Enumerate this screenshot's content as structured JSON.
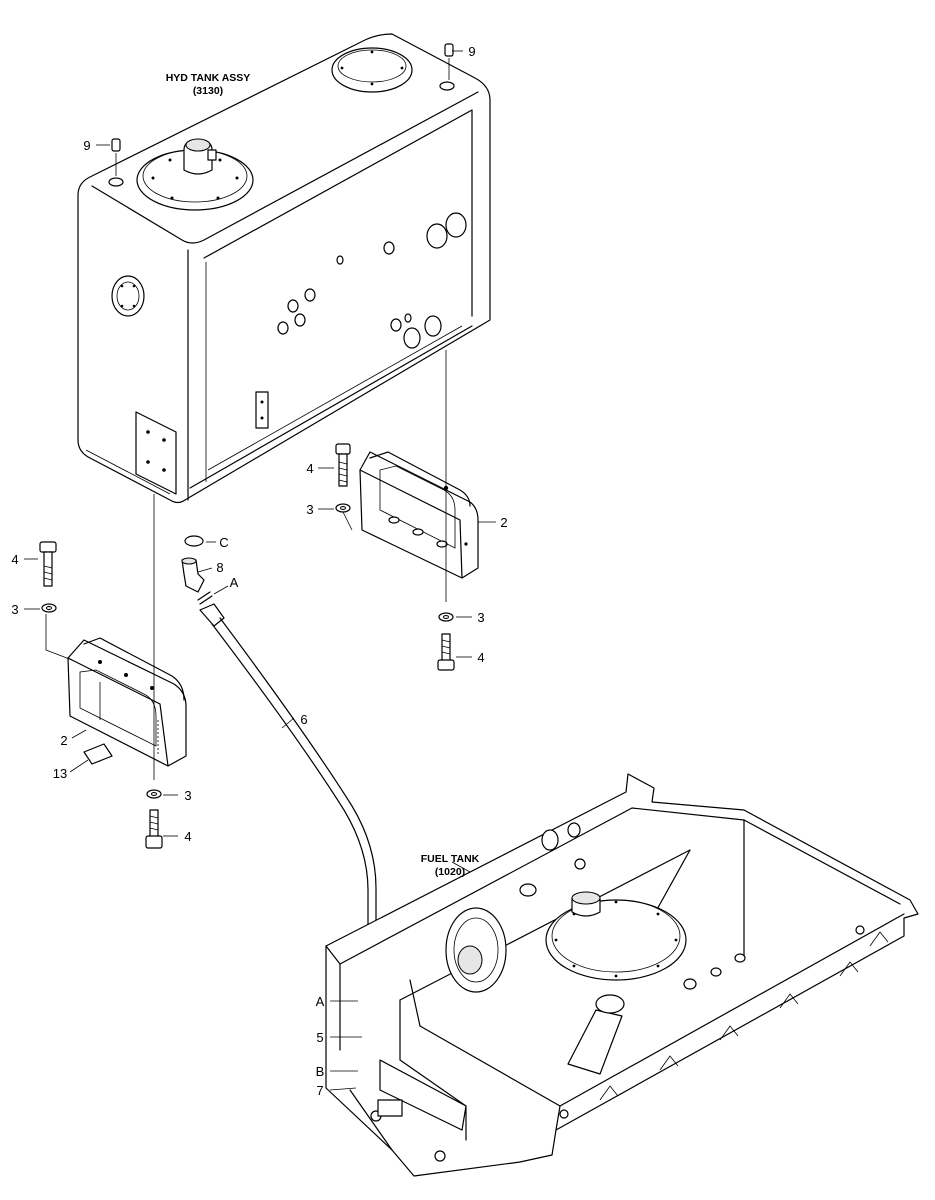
{
  "assemblies": {
    "hyd_tank": {
      "name": "HYD TANK ASSY",
      "code": "(3130)"
    },
    "fuel_tank": {
      "name": "FUEL TANK",
      "code": "(1020)"
    }
  },
  "callouts": {
    "c9_top": "9",
    "c9_left": "9",
    "c4_upper_right": "4",
    "c3_upper_right": "3",
    "c2_right": "2",
    "cC": "C",
    "c8": "8",
    "cA_upper": "A",
    "c4_left_top": "4",
    "c3_left_top": "3",
    "c3_right_lower": "3",
    "c4_right_lower": "4",
    "c6": "6",
    "c2_left": "2",
    "c13": "13",
    "c3_left_bottom": "3",
    "c4_left_bottom": "4",
    "cA_lower": "A",
    "c5": "5",
    "cB": "B",
    "c7": "7"
  }
}
